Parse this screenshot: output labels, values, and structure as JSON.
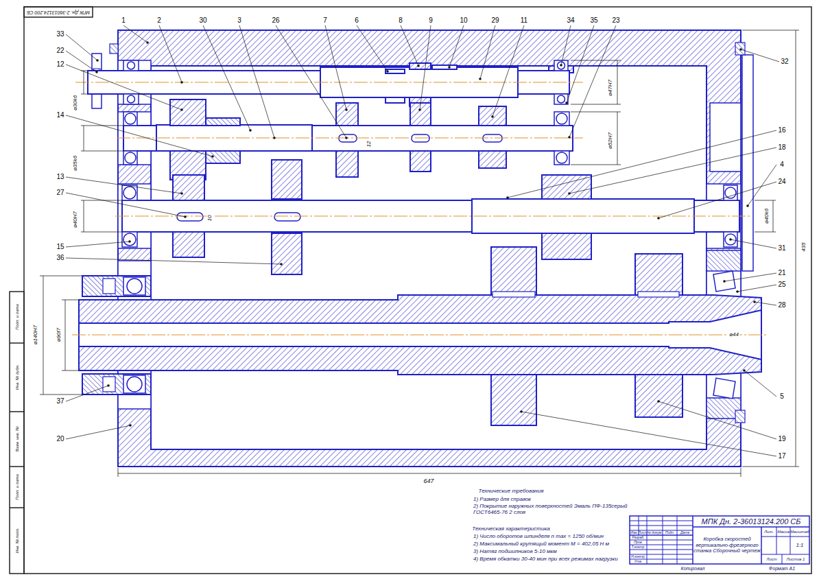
{
  "diagram": {
    "labels": [
      "1",
      "2",
      "30",
      "3",
      "26",
      "7",
      "6",
      "8",
      "9",
      "10",
      "29",
      "11",
      "34",
      "35",
      "23",
      "33",
      "22",
      "12",
      "14",
      "13",
      "27",
      "15",
      "36",
      "37",
      "20",
      "32",
      "16",
      "18",
      "4",
      "24",
      "31",
      "21",
      "25",
      "28",
      "5",
      "19",
      "17",
      "⌀30k6",
      "⌀35k6",
      "⌀40H7",
      "⌀140H7",
      "⌀90f7",
      "⌀47H7",
      "⌀52H7",
      "⌀40k6",
      "435",
      "⌀44",
      "12",
      "10",
      "647",
      "Технические требования",
      "1) Размер для справок",
      "2) Покрытие наружных поверхностей Эмаль ПФ-135серый ГОСТ6465-76 2 слоя",
      "Техническая характеристика",
      "1) Число оборотов шпинделя n max = 1250 об/мин",
      "2) Максимальный крутящий момент М = 402,05 Н м",
      "3) Натяг подшипников 5-10 мкм",
      "4) Время обкатки 30-40 мин при всех режимах нагрузки",
      "МПК Дн. 2-36013124.200 СБ",
      "Коробка скоростей вертикально-фрезерного станка Сборочный чертеж",
      "Лит.",
      "Масса",
      "Масштаб",
      "1:1",
      "Лист",
      "Листов 1",
      "Изм.",
      "Лист",
      "№ докум.",
      "Подп.",
      "Дата",
      "Разраб.",
      "Пров.",
      "Т.контр.",
      "Н.контр.",
      "Утв.",
      "Копировал",
      "Формат А1",
      "МПК Дн. 2-36013124.200 СБ",
      "Подп. и дата",
      "Инв. № дубл.",
      "Взам. инв. №",
      "Подп. и дата",
      "Инв. № подл."
    ]
  }
}
